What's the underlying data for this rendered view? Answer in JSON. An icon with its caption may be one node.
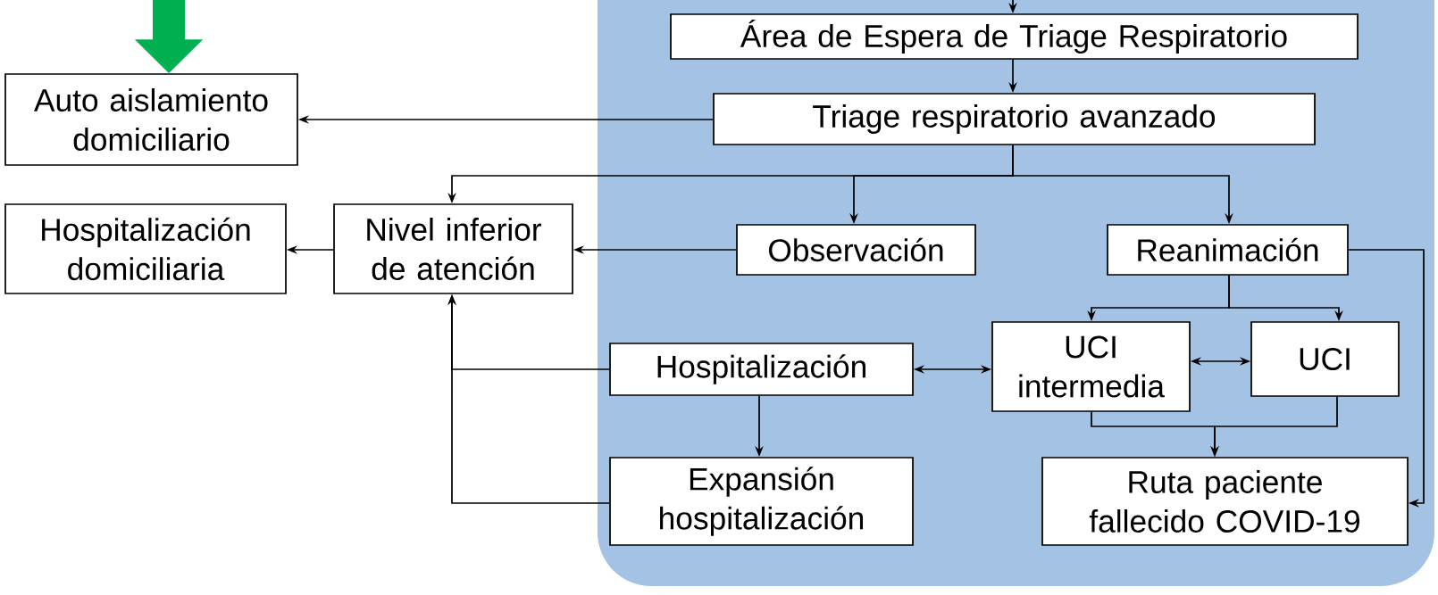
{
  "diagram": {
    "nodes": [
      {
        "text": [],
        "shape": "box"
      },
      {
        "text": [
          "Área de Espera de Triage Respiratorio"
        ],
        "in": 0
      },
      {
        "text": [
          "Auto aislamiento domiciliario"
        ]
      },
      {
        "text": [
          "Triage respiratorio avanzado"
        ],
        "in": 0
      },
      {
        "text": [
          "Hospitalización domiciliaria"
        ]
      },
      {
        "text": [
          "Nivel inferior de atención"
        ]
      },
      {
        "text": [
          "Observación"
        ],
        "in": 0
      },
      {
        "text": [
          "Reanimación"
        ],
        "in": 0
      },
      {
        "text": [
          "Hospitalización"
        ],
        "in": 0
      },
      {
        "text": [
          "UCI intermedia"
        ],
        "in": 0
      },
      {
        "text": [
          "UCI"
        ],
        "in": 0
      },
      {
        "text": [
          "Expansión hospitalización"
        ],
        "in": 0
      },
      {
        "text": [
          "Ruta paciente fallecido COVID-19"
        ],
        "in": 0
      }
    ],
    "edges": [
      {
        "from": null,
        "to": 1,
        "arrow": "to"
      },
      {
        "from": 1,
        "to": 3,
        "arrow": "to"
      },
      {
        "from": 3,
        "to": 2,
        "arrow": "to"
      },
      {
        "from": 3,
        "to": 5,
        "arrow": "to"
      },
      {
        "from": 3,
        "to": 6,
        "arrow": "to"
      },
      {
        "from": 3,
        "to": 7,
        "arrow": "to"
      },
      {
        "from": 6,
        "to": 5,
        "arrow": "to"
      },
      {
        "from": 5,
        "to": 4,
        "arrow": "to"
      },
      {
        "from": 7,
        "to": 9,
        "arrow": "to"
      },
      {
        "from": 7,
        "to": 10,
        "arrow": "to"
      },
      {
        "from": 7,
        "to": 12,
        "arrow": "to"
      },
      {
        "from": 8,
        "to": 9,
        "arrow": "both"
      },
      {
        "from": 9,
        "to": 10,
        "arrow": "both"
      },
      {
        "from": 8,
        "to": 11,
        "arrow": "to"
      },
      {
        "from": 8,
        "to": 5,
        "arrow": "to"
      },
      {
        "from": 11,
        "to": 5,
        "arrow": "to"
      },
      {
        "from": 9,
        "to": 12,
        "arrow": "to"
      },
      {
        "from": 10,
        "to": 12,
        "arrow": "to"
      },
      {
        "from": null,
        "to": 2,
        "arrow": "to",
        "style": "thick",
        "color": "#00b050"
      }
    ]
  }
}
